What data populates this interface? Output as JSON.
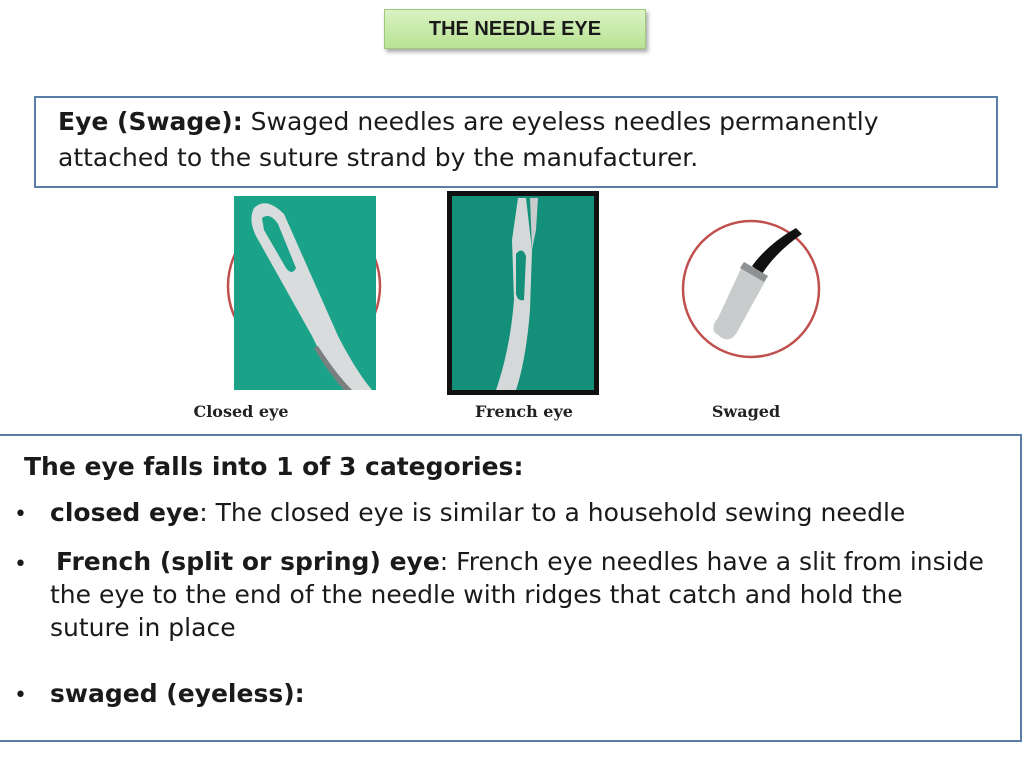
{
  "slide": {
    "title": "THE NEEDLE EYE",
    "definition": {
      "term": "Eye (Swage):",
      "text": " Swaged needles are eyeless needles permanently attached to the suture strand by the manufacturer."
    },
    "images": [
      {
        "caption": "Closed eye"
      },
      {
        "caption": "French eye"
      },
      {
        "caption": "Swaged"
      }
    ],
    "categories": {
      "heading": "The eye falls into 1 of 3 categories:",
      "bullet": "•",
      "items": [
        {
          "term": "closed eye",
          "text": ": The closed eye is similar to a household sewing needle"
        },
        {
          "term": "French (split or spring) eye",
          "text": ": French eye needles have a slit from inside the eye to the end of the needle with ridges that catch and hold the suture in place"
        },
        {
          "term": "swaged (eyeless):",
          "text": ""
        }
      ]
    }
  }
}
